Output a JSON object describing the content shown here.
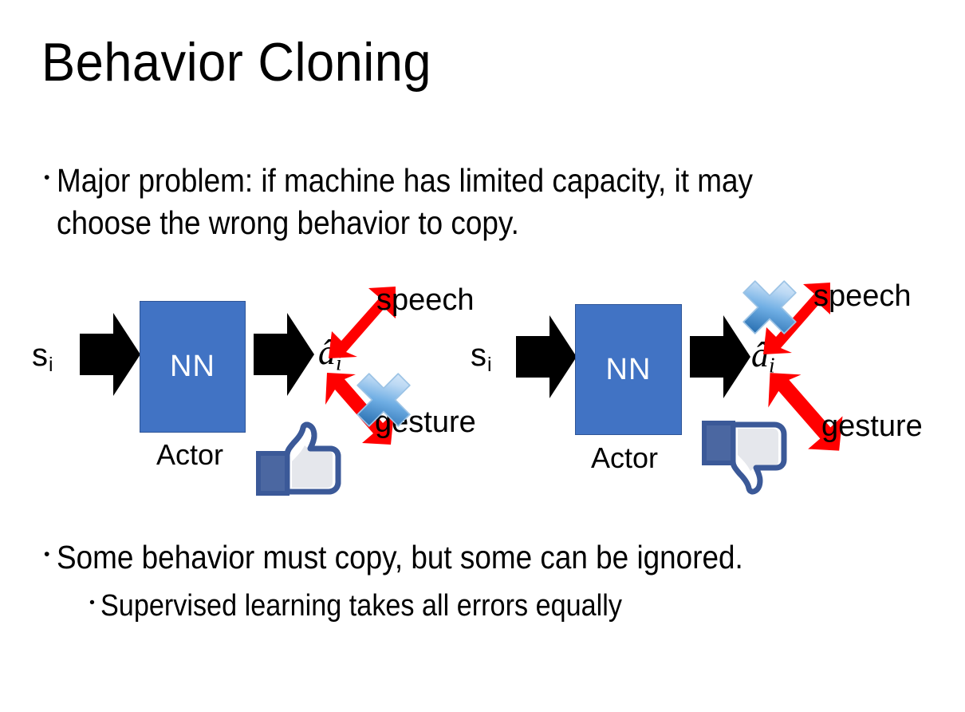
{
  "slide": {
    "title": "Behavior Cloning",
    "background_color": "#FFFFFF"
  },
  "bullets": {
    "top": "Major problem: if machine has limited capacity, it may choose the wrong behavior to copy.",
    "bottom_level1": "Some behavior must copy, but some can be ignored.",
    "bottom_level2": "Supervised learning takes all errors equally",
    "marker": "•"
  },
  "colors": {
    "nn_fill": "#4173C4",
    "nn_border": "#2F5597",
    "arrow_black": "#000000",
    "arrow_red": "#FF0000",
    "cross_blue_light": "#DCEAF9",
    "cross_blue_mid": "#7FB3E8",
    "cross_blue_dark": "#2E74B5",
    "thumb_outline": "#3B5998",
    "thumb_cuff": "#4B67A1",
    "thumb_fill": "#FFFFFF",
    "thumb_shade": "#E4E6EB"
  },
  "diagrams": [
    {
      "id": "left",
      "input_label": "s",
      "input_subscript": "i",
      "box_label": "NN",
      "box_caption": "Actor",
      "output_label": "â",
      "output_subscript": "i",
      "branches": [
        {
          "name": "speech",
          "label": "speech",
          "crossed_out": false
        },
        {
          "name": "gesture",
          "label": "gesture",
          "crossed_out": true
        }
      ],
      "verdict_icon": "thumbs-up",
      "verdict": "good"
    },
    {
      "id": "right",
      "input_label": "s",
      "input_subscript": "i",
      "box_label": "NN",
      "box_caption": "Actor",
      "output_label": "â",
      "output_subscript": "i",
      "branches": [
        {
          "name": "speech",
          "label": "speech",
          "crossed_out": true
        },
        {
          "name": "gesture",
          "label": "gesture",
          "crossed_out": false
        }
      ],
      "verdict_icon": "thumbs-down",
      "verdict": "bad"
    }
  ]
}
